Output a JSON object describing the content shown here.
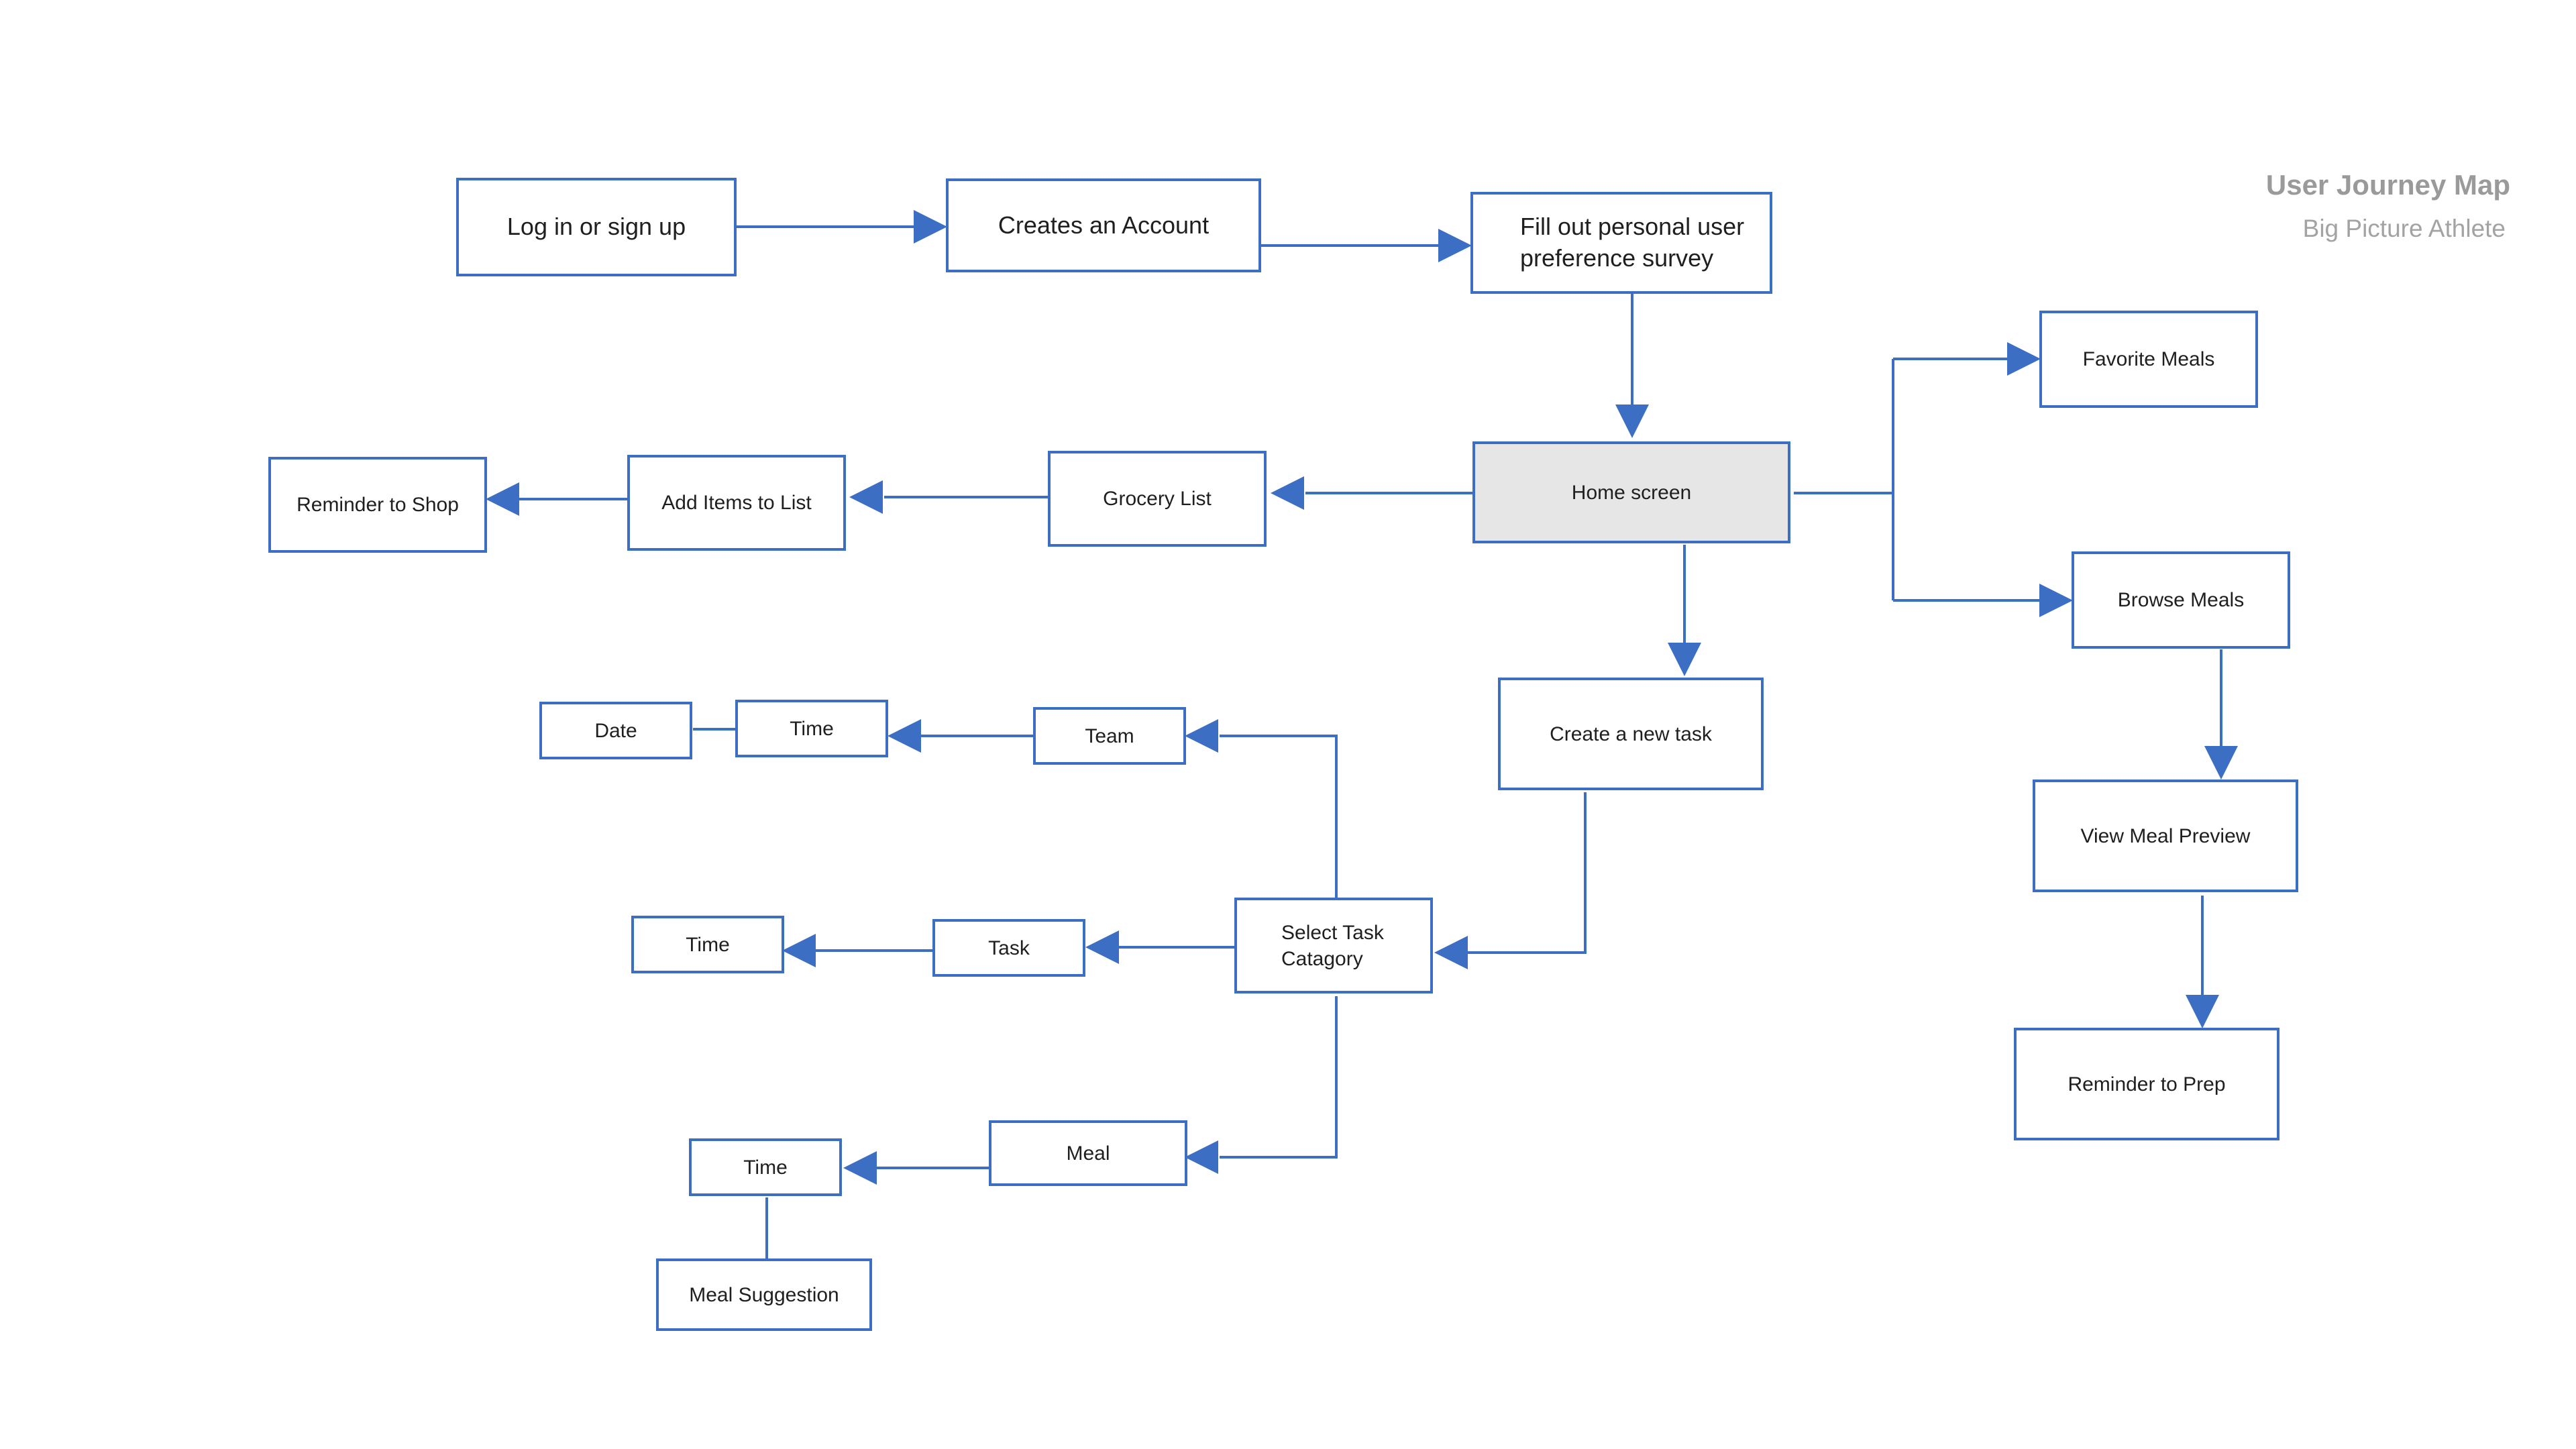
{
  "header": {
    "title": "User Journey Map",
    "subtitle": "Big Picture Athlete"
  },
  "nodes": {
    "login": "Log in or sign up",
    "create_account": "Creates an Account",
    "survey": "Fill out personal user\npreference survey",
    "home": "Home screen",
    "favorite_meals": "Favorite Meals",
    "browse_meals": "Browse Meals",
    "view_meal_preview": "View Meal Preview",
    "reminder_prep": "Reminder to Prep",
    "grocery_list": "Grocery List",
    "add_items": "Add Items to List",
    "reminder_shop": "Reminder to Shop",
    "create_task": "Create a new task",
    "select_category": "Select Task\nCatagory",
    "team": "Team",
    "team_time": "Time",
    "date": "Date",
    "task": "Task",
    "task_time": "Time",
    "meal": "Meal",
    "meal_time": "Time",
    "meal_suggestion": "Meal Suggestion"
  },
  "colors": {
    "stroke": "#3c6fc4",
    "home_fill": "#e6e6e6",
    "title": "#9a9a9a"
  }
}
